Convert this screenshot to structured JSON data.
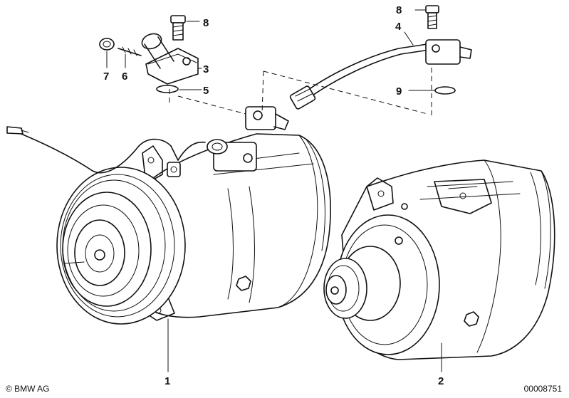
{
  "callouts": {
    "p1": "1",
    "p2": "2",
    "p3": "3",
    "p4": "4",
    "p5": "5",
    "p6": "6",
    "p7": "7",
    "p8a": "8",
    "p8b": "8",
    "p9": "9"
  },
  "footer": {
    "copyright": "© BMW AG",
    "diagram_number": "00008751"
  }
}
